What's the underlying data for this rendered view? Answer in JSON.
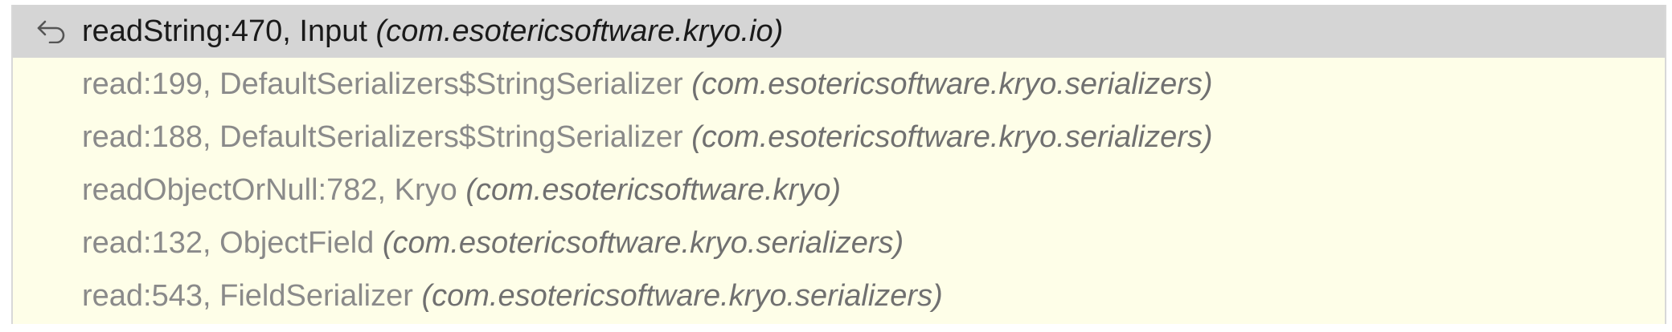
{
  "frames": [
    {
      "method": "readString:470, Input",
      "package": "(com.esotericsoftware.kryo.io)",
      "selected": true,
      "icon": "return-arrow-icon"
    },
    {
      "method": "read:199, DefaultSerializers$StringSerializer",
      "package": "(com.esotericsoftware.kryo.serializers)",
      "selected": false
    },
    {
      "method": "read:188, DefaultSerializers$StringSerializer",
      "package": "(com.esotericsoftware.kryo.serializers)",
      "selected": false
    },
    {
      "method": "readObjectOrNull:782, Kryo",
      "package": "(com.esotericsoftware.kryo)",
      "selected": false
    },
    {
      "method": "read:132, ObjectField",
      "package": "(com.esotericsoftware.kryo.serializers)",
      "selected": false
    },
    {
      "method": "read:543, FieldSerializer",
      "package": "(com.esotericsoftware.kryo.serializers)",
      "selected": false
    }
  ]
}
